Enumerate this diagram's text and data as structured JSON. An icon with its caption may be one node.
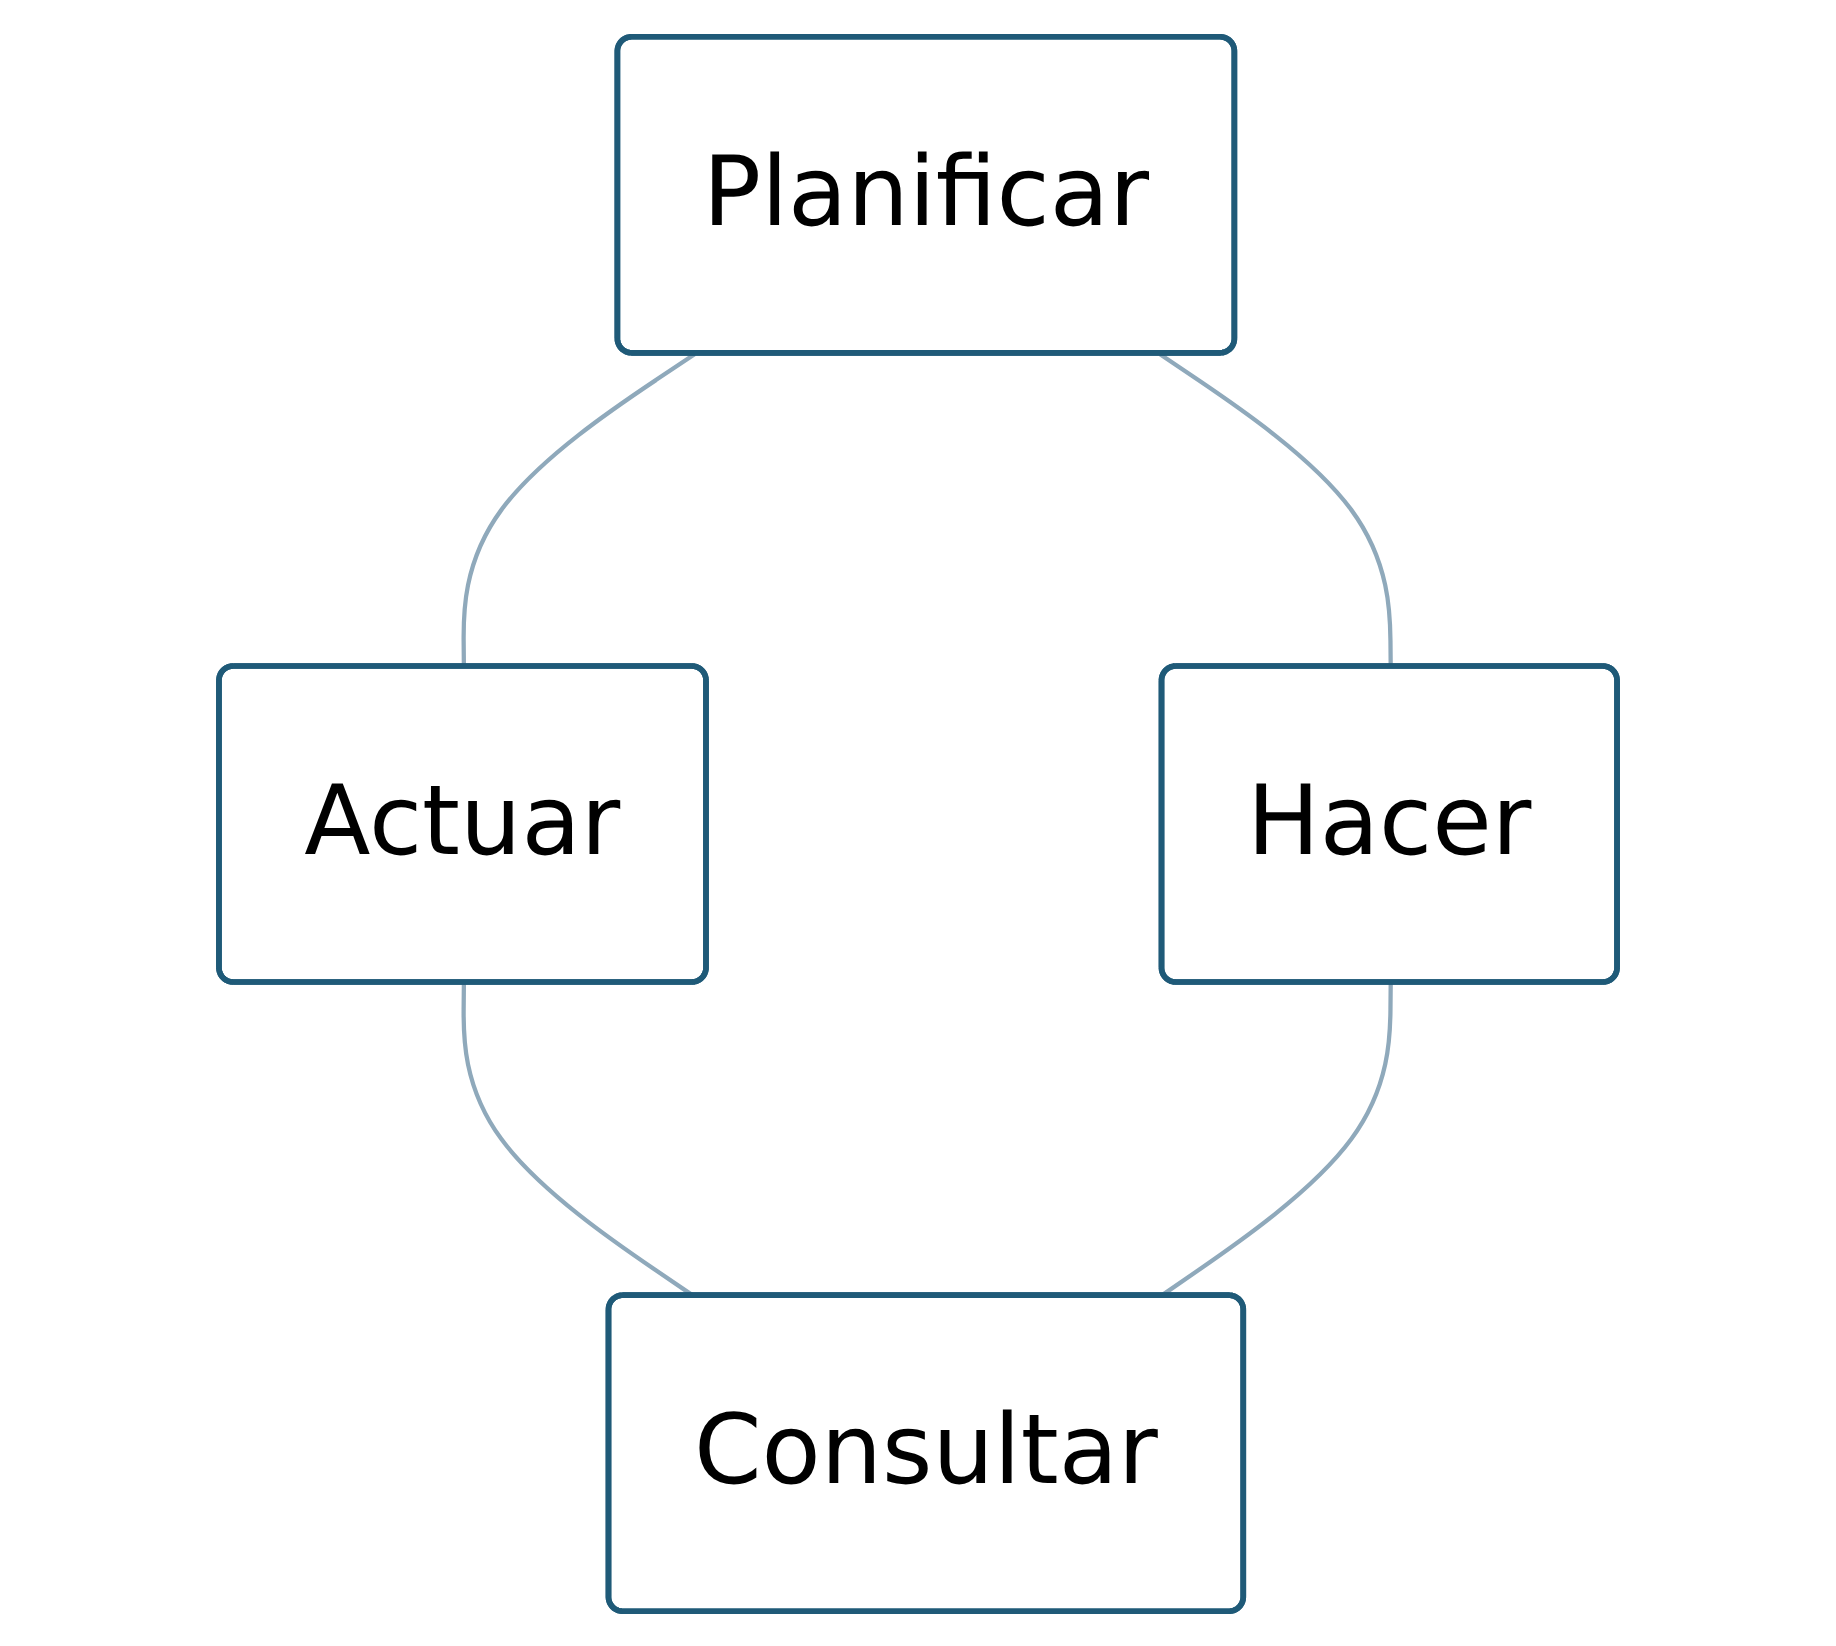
{
  "diagram": {
    "nodes": [
      {
        "text": [
          "Planificar"
        ]
      },
      {
        "text": [
          "Actuar"
        ]
      },
      {
        "text": [
          "Hacer"
        ]
      },
      {
        "text": [
          "Consultar"
        ]
      }
    ],
    "edges": [
      {
        "from": 0,
        "to": 1,
        "arrow": "none"
      },
      {
        "from": 0,
        "to": 2,
        "arrow": "none"
      },
      {
        "from": 1,
        "to": 3,
        "arrow": "none"
      },
      {
        "from": 2,
        "to": 3,
        "arrow": "none"
      }
    ]
  }
}
